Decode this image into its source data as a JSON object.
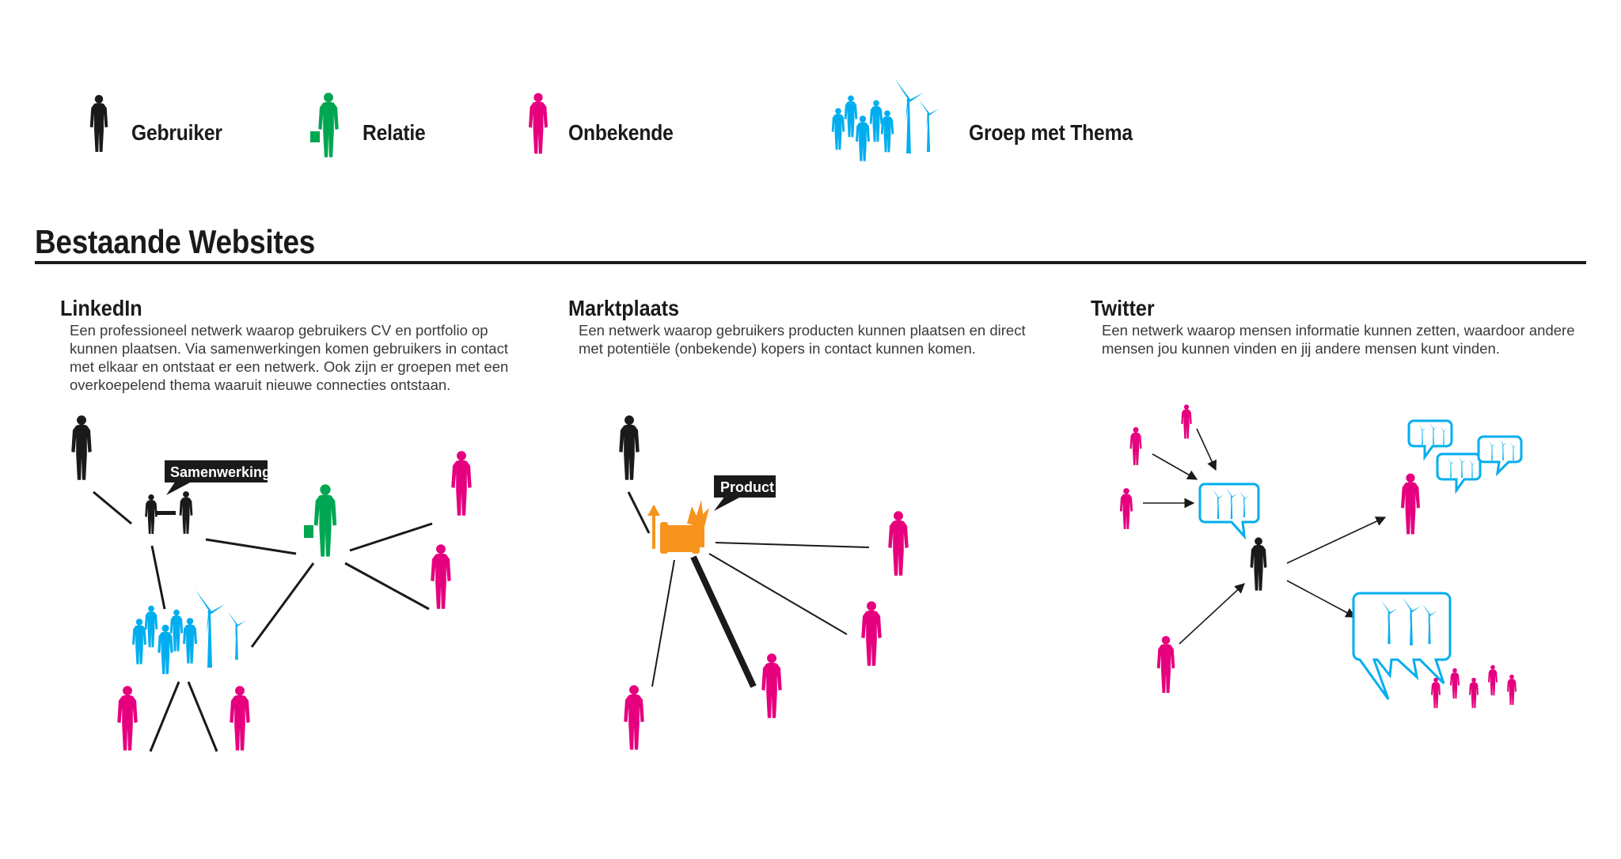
{
  "legend": {
    "user": "Gebruiker",
    "relation": "Relatie",
    "unknown": "Onbekende",
    "group": "Groep met Thema"
  },
  "section_title": "Bestaande Websites",
  "sites": {
    "linkedin": {
      "title": "LinkedIn",
      "description": "Een professioneel netwerk waarop gebruikers CV en portfolio op kunnen plaatsen. Via samenwerkingen komen gebruikers in contact met elkaar en ontstaat er een netwerk. Ook zijn er groepen met een overkoepelend thema waaruit nieuwe connecties ontstaan.",
      "tag": "Samenwerking"
    },
    "marktplaats": {
      "title": "Marktplaats",
      "description": "Een netwerk waarop gebruikers producten kunnen plaatsen en direct met potentiële (onbekende) kopers in contact kunnen komen.",
      "tag": "Product"
    },
    "twitter": {
      "title": "Twitter",
      "description": "Een netwerk waarop mensen informatie kunnen zetten, waardoor andere mensen jou kunnen vinden en jij andere mensen kunt vinden."
    }
  },
  "colors": {
    "user": "#1a1a1a",
    "relation": "#00a651",
    "unknown": "#e6007e",
    "group": "#00aeef",
    "product": "#f7941d"
  }
}
